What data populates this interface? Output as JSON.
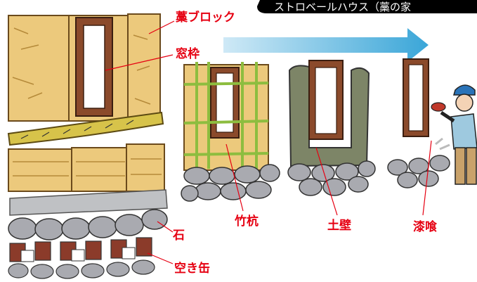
{
  "title_banner": "ストロベールハウス（藁の家",
  "labels": {
    "straw_block": "藁ブロック",
    "window_frame": "窓枠",
    "bamboo_stake": "竹杭",
    "earth_wall": "土壁",
    "plaster": "漆喰",
    "stone": "石",
    "empty_cans": "空き缶"
  },
  "colors": {
    "straw": "#ecc97c",
    "straw_dark": "#b58a3a",
    "wood_frame": "#8b4a2b",
    "stone": "#a9aab0",
    "earth": "#7d8567",
    "label_red": "#e60012",
    "arrow": "#3aa6d8",
    "bamboo": "#8dbd3f",
    "banner": "#000000"
  },
  "icons": [
    "arrow-right-icon",
    "worker-icon"
  ]
}
